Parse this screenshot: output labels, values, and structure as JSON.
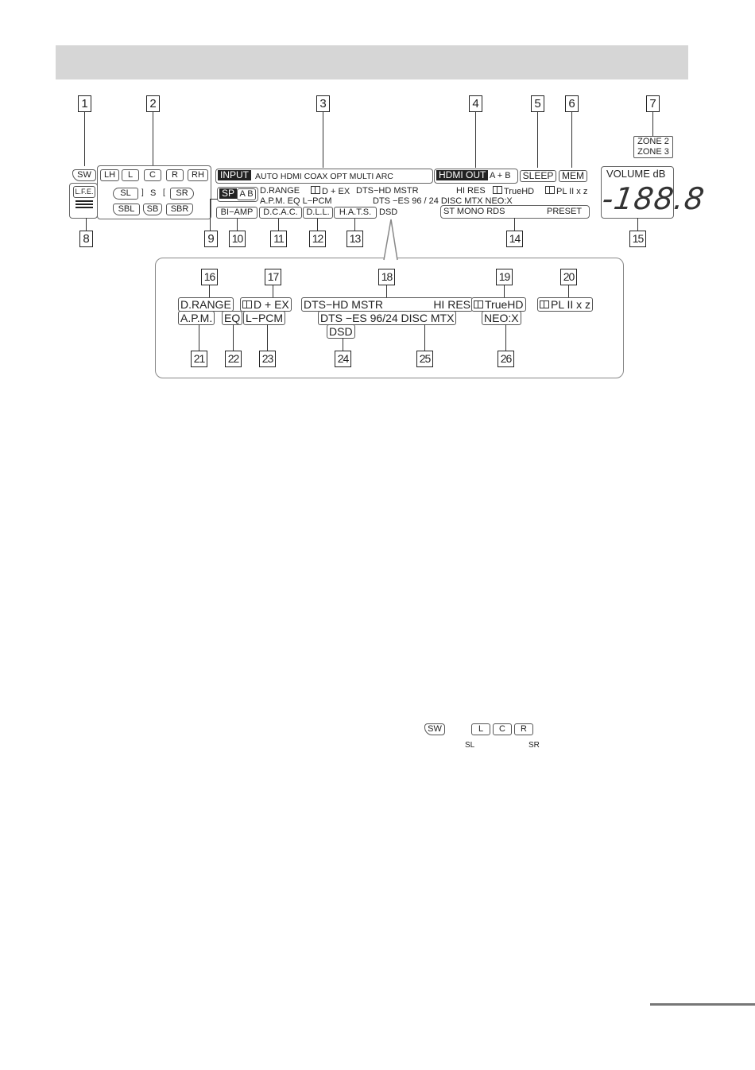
{
  "callouts": [
    "1",
    "2",
    "3",
    "4",
    "5",
    "6",
    "7",
    "8",
    "9",
    "10",
    "11",
    "12",
    "13",
    "14",
    "15",
    "16",
    "17",
    "18",
    "19",
    "20",
    "21",
    "22",
    "23",
    "24",
    "25",
    "26"
  ],
  "display": {
    "sw": "SW",
    "speakers_top": [
      "LH",
      "L",
      "C",
      "R",
      "RH"
    ],
    "lfe": "L.F.E.",
    "sl": "SL",
    "s": "S",
    "sr": "SR",
    "speakers_bottom": [
      "SBL",
      "SB",
      "SBR"
    ],
    "input_label": "INPUT",
    "input_modes": "AUTO HDMI COAX OPT MULTI ARC",
    "hdmi_out": "HDMI OUT",
    "hdmi_out_ab": "A + B",
    "sleep": "SLEEP",
    "mem": "MEM",
    "zone2": "ZONE 2",
    "zone3": "ZONE 3",
    "volume_label": "VOLUME dB",
    "volume_value": "-188.8",
    "sp": "SP",
    "sp_ab": "A B",
    "line1_left": "D.RANGE",
    "line1_dex": "D + EX",
    "line1_dts": "DTS−HD MSTR",
    "line1_hires": "HI RES",
    "line1_truehd": "TrueHD",
    "line1_pl": "PL II x z",
    "line2_left": "A.P.M.  EQ L−PCM",
    "line2_dtses": "DTS −ES 96 / 24 DISC MTX NEO:X",
    "bi_amp": "BI−AMP",
    "dcac": "D.C.A.C.",
    "dll": "D.L.L.",
    "hats": "H.A.T.S.",
    "dsd": "DSD",
    "tuner": "ST  MONO  RDS",
    "preset": "PRESET"
  },
  "zoom": {
    "d_range": "D.RANGE",
    "d_ex": "D + EX",
    "dts_hd": "DTS−HD MSTR",
    "hi_res": "HI RES",
    "truehd": "TrueHD",
    "pl2xz": "PL II x z",
    "apm": "A.P.M.",
    "eq": "EQ",
    "lpcm": "L−PCM",
    "dts_es": "DTS −ES 96/24 DISC MTX",
    "neo_x": "NEO:X",
    "dsd": "DSD"
  },
  "example": {
    "sw": "SW",
    "l": "L",
    "c": "C",
    "r": "R",
    "sl": "SL",
    "sr": "SR"
  }
}
